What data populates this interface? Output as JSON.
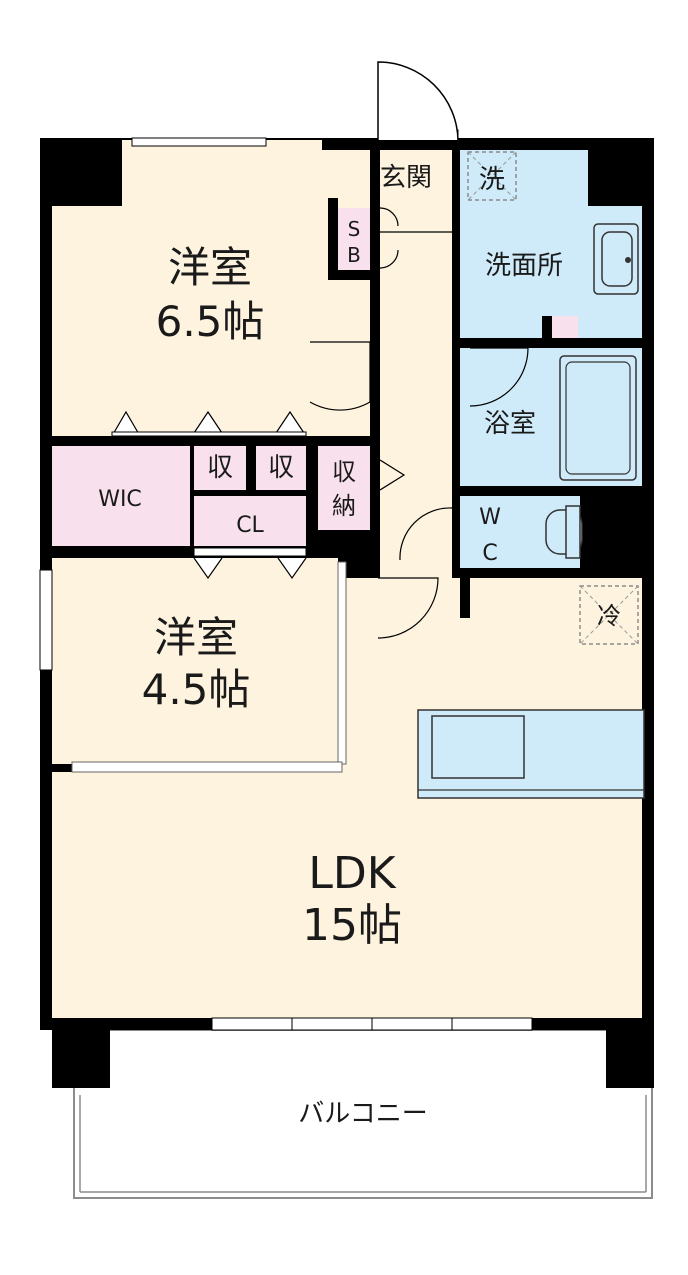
{
  "rooms": {
    "western_a": {
      "name": "洋室",
      "size": "6.5帖"
    },
    "western_b": {
      "name": "洋室",
      "size": "4.5帖"
    },
    "ldk": {
      "name": "LDK",
      "size": "15帖"
    },
    "entrance": "玄関",
    "sb_top": "S",
    "sb_bottom": "B",
    "washroom": "洗面所",
    "laundry": "洗",
    "bath": "浴室",
    "wc_top": "W",
    "wc_bottom": "C",
    "wic": "WIC",
    "storage_1": "収",
    "storage_2": "収",
    "closet": "CL",
    "hall_storage_top": "収",
    "hall_storage_bottom": "納",
    "fridge": "冷",
    "balcony": "バルコニー"
  },
  "colors": {
    "room_fill": "#fdf3de",
    "wet_fill": "#cfeaf8",
    "storage_fill": "#f8e1ec",
    "wall": "#000000"
  }
}
